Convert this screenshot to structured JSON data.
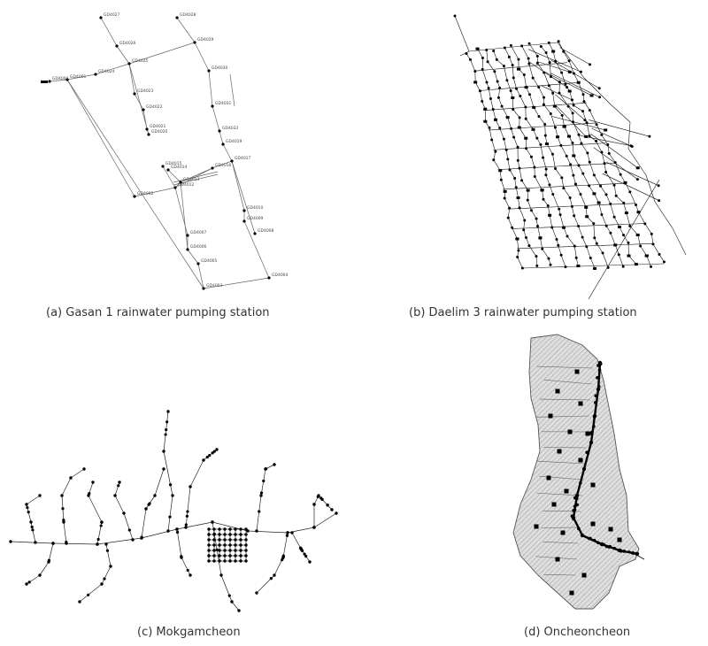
{
  "captions": {
    "a": "(a) Gasan 1 rainwater pumping station",
    "b": "(b) Daelim 3 rainwater pumping station",
    "c": "(c) Mokgamcheon",
    "d": "(d) Oncheoncheon"
  },
  "gasan_node_labels": [
    "GD4027",
    "GD4028",
    "GD4026",
    "GD4029",
    "GD4025",
    "GD4024",
    "GD4030",
    "GD4023",
    "GD4022",
    "GD4031",
    "GD4021",
    "GD4020",
    "GD4032",
    "GD4019",
    "GD4015",
    "GD4014",
    "GD4017",
    "GD4016",
    "GD4013",
    "GD4012",
    "GD4002",
    "GD4010",
    "GD4009",
    "GD4007",
    "GD4006",
    "GD4005",
    "GD4004",
    "GD4003",
    "GD4001",
    "GD4000",
    "GD4008"
  ],
  "colors": {
    "ink": "#000000",
    "link": "#555555",
    "catchment_fill": "#d9d9d9",
    "hatch": "#888888"
  }
}
